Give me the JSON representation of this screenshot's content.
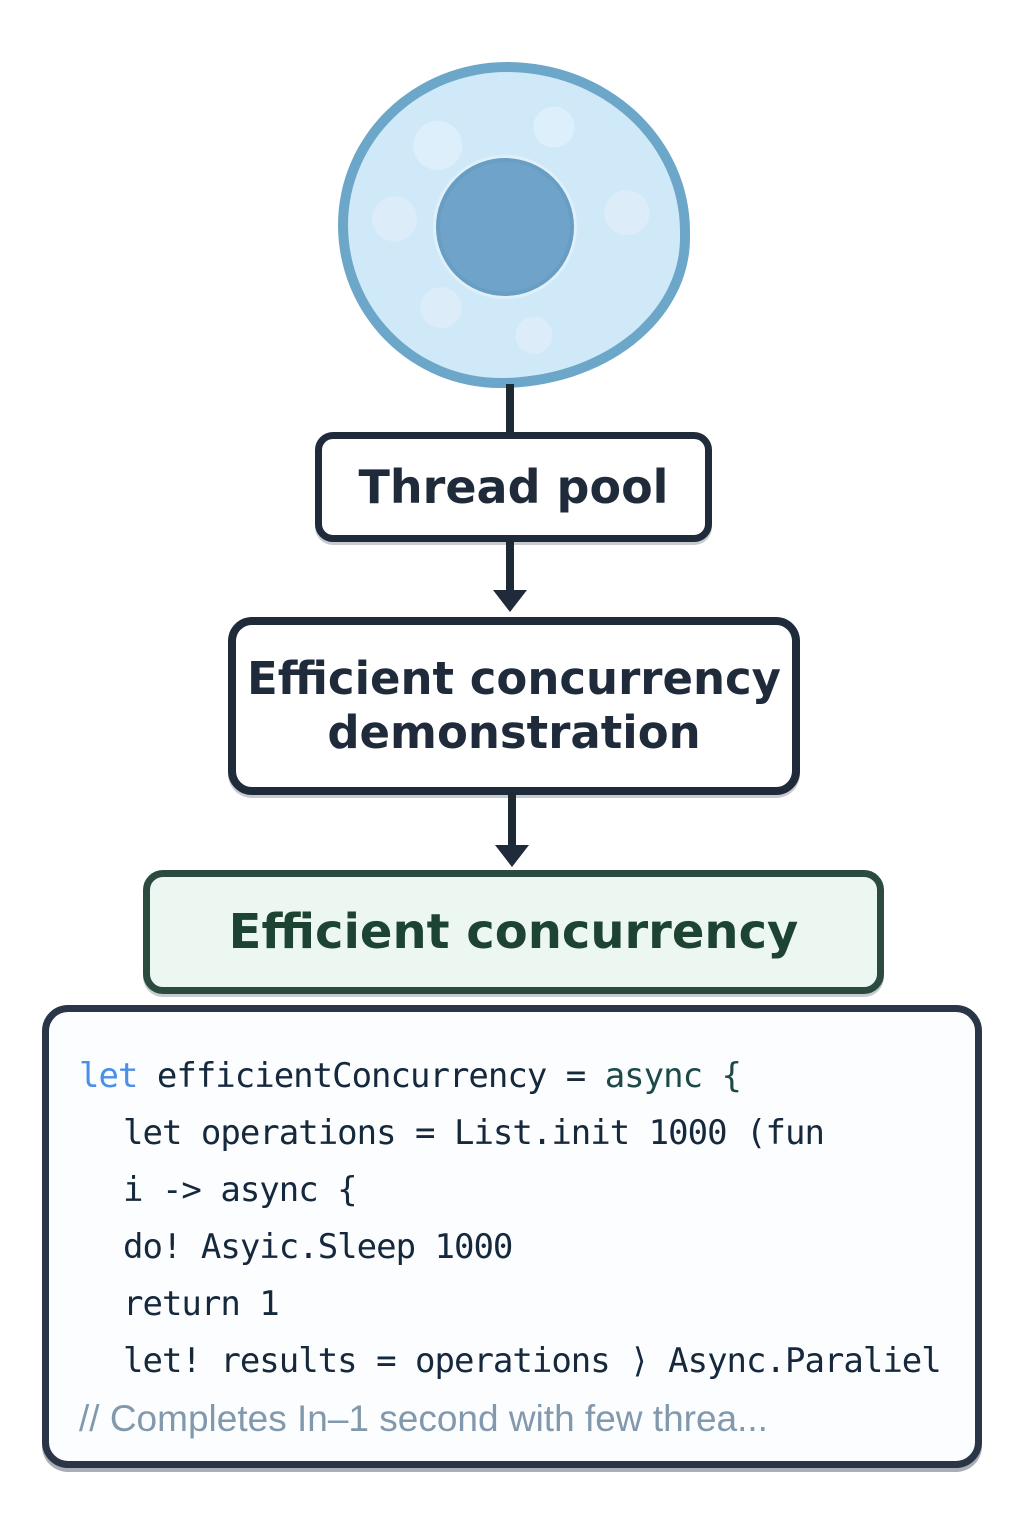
{
  "cell": {
    "body_color": "#cfe9f8",
    "border_color": "#6ca6c9",
    "nucleus_color": "#6fa3c9"
  },
  "flow": {
    "node_border_color": "#1f2b3a",
    "thread_pool": {
      "label": "Thread pool"
    },
    "demo": {
      "line1": "Efficient concurrency",
      "line2": "demonstration"
    },
    "efficient": {
      "label": "Efficient concurrency",
      "bg_color": "#edf7f2",
      "text_color": "#1d4433"
    }
  },
  "code": {
    "keyword_color": "#4a8fe8",
    "async_color": "#1d4a49",
    "text_color": "#16283c",
    "comment_color": "#8299ad",
    "line1": {
      "kw": "let",
      "mid": " efficientConcurrency = ",
      "kw2": "async {"
    },
    "body_lines": [
      "let operations = List.init 1000 (fun",
      "i -> async {",
      "do! Asyic.Sleep 1000",
      "return 1",
      "let! results = operations ⟩ Async.Paraliel"
    ],
    "comment": "// Completes In–1 second with few threa..."
  }
}
